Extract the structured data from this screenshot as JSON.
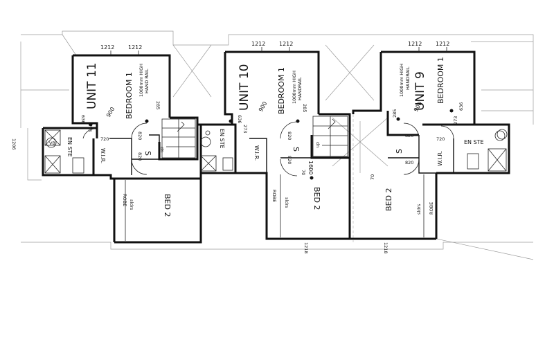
{
  "units": {
    "unit11": {
      "name": "UNIT 11",
      "bedroom1": "BEDROOM 1",
      "handrail_1": "1000mm HIGH",
      "handrail_2": "HAND RAIL",
      "dims": [
        "1212",
        "1212",
        "900",
        "273",
        "636",
        "285",
        "820",
        "820",
        "720"
      ],
      "ens": "EN STE",
      "wir": "W.I.R.",
      "robe": "ROBE",
      "sldrs": "sldrs",
      "bed2": "BED 2",
      "s": "S",
      "dim_1206": "1206"
    },
    "unit10": {
      "name": "UNIT 10",
      "bedroom1": "BEDROOM 1",
      "handrail_1": "1000mm HIGH",
      "handrail_2": "HANDRAIL",
      "dims": [
        "1212",
        "1212",
        "900",
        "636",
        "273",
        "285",
        "820",
        "820",
        "1600",
        "70",
        "1218"
      ],
      "ens": "EN STE",
      "wir": "W.I.R.",
      "robe": "ROBE",
      "sldrs": "sldrs",
      "bed2": "BED 2",
      "s": "S"
    },
    "unit9": {
      "name": "UNIT 9",
      "bedroom1": "BEDROOM 1",
      "handrail_1": "1000mm HIGH",
      "handrail_2": "HANDRAIL",
      "dims": [
        "1212",
        "1212",
        "900",
        "636",
        "273",
        "285",
        "820",
        "820",
        "720",
        "70",
        "1218"
      ],
      "ens": "EN STE",
      "wir": "W.I.R.",
      "robe": "ROBE",
      "sldrs": "sldrs",
      "bed2": "BED 2",
      "s": "S"
    }
  },
  "symbols": {
    "exhaust": "VB",
    "stair_dn": "dn"
  }
}
